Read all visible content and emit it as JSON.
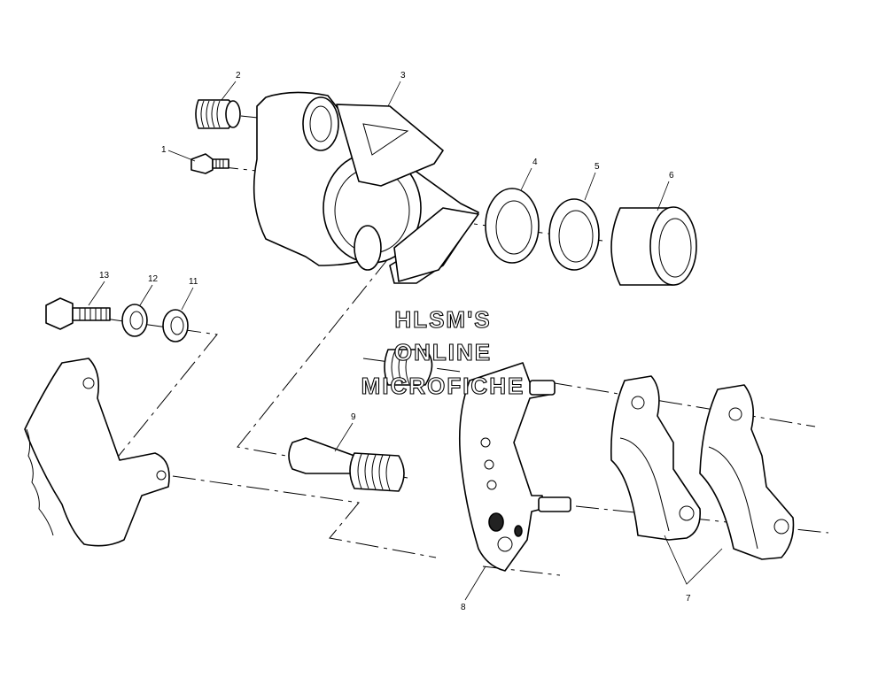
{
  "diagram": {
    "callouts": [
      "1",
      "2",
      "3",
      "4",
      "5",
      "6",
      "7",
      "8",
      "9",
      "11",
      "12",
      "13"
    ],
    "watermark": [
      "HLSM'S",
      "ONLINE",
      "MICROFICHE"
    ]
  }
}
